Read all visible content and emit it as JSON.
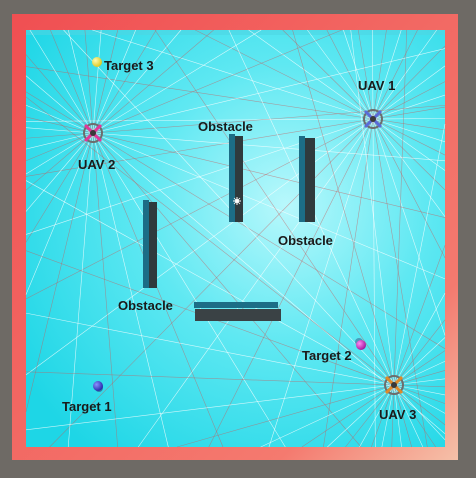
{
  "scene": {
    "labels": {
      "uav1": "UAV 1",
      "uav2": "UAV 2",
      "uav3": "UAV 3",
      "target1": "Target 1",
      "target2": "Target 2",
      "target3": "Target 3",
      "obstacle1": "Obstacle",
      "obstacle2": "Obstacle",
      "obstacle3": "Obstacle"
    },
    "colors": {
      "background": "#6e6a65",
      "wall": "#f26d6d",
      "floor_light": "#b6f6fb",
      "floor_dark": "#22dcea",
      "obstacle": "#3a4548",
      "obstacle_edge": "#1f6f86",
      "ray_red": "#c85a5a",
      "ray_white": "#ffffff",
      "uav1": "#5a6bd8",
      "uav2": "#e0389a",
      "uav3": "#e08a2a",
      "target1": "#3a3fd0",
      "target2": "#d82ad0",
      "target3": "#f5e84a"
    },
    "icons": {
      "uav": "quadcopter-icon",
      "target": "sphere-icon",
      "sun": "sun-icon"
    }
  }
}
